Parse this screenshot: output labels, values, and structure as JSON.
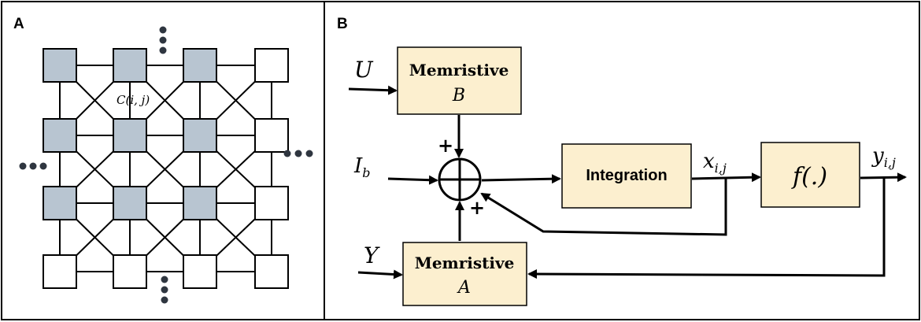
{
  "panels": {
    "a_label": "A",
    "b_label": "B"
  },
  "grid": {
    "cell_label": "C(i, j)"
  },
  "block": {
    "input_u": "U",
    "input_ib_main": "I",
    "input_ib_sub": "b",
    "input_y": "Y",
    "memristive_b_title": "Memristive",
    "memristive_b_sym": "B",
    "memristive_a_title": "Memristive",
    "memristive_a_sym": "A",
    "integration_label": "Integration",
    "state_main": "x",
    "state_sub": "i,j",
    "func_label": "f(.)",
    "output_main": "y",
    "output_sub": "i,j",
    "plus_top": "+",
    "plus_bottom": "+"
  },
  "colors": {
    "grid_shaded": "#b8c5d1",
    "block_fill": "#fcefcf",
    "stroke": "#000000",
    "dots": "#2f3640"
  }
}
